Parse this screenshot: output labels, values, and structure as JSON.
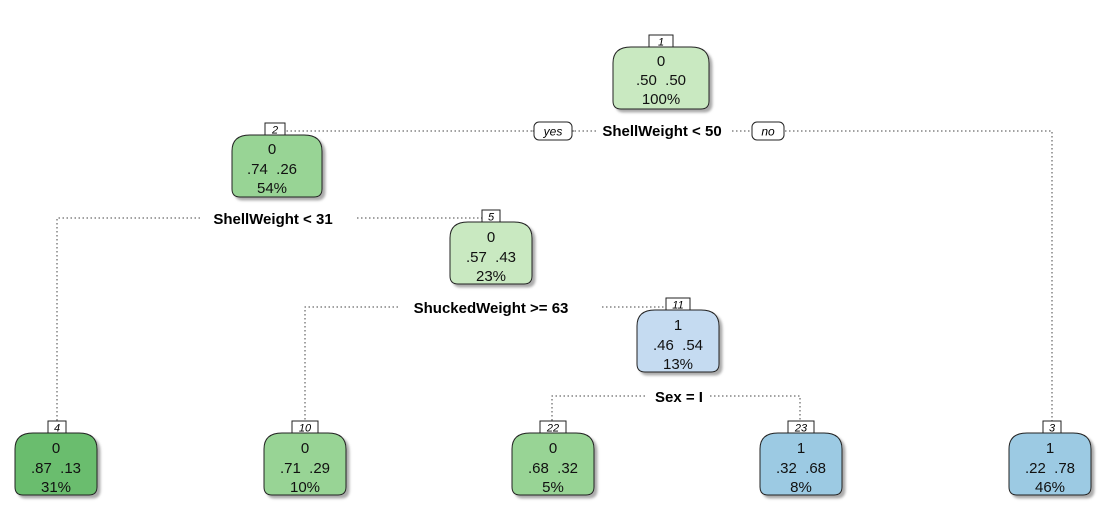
{
  "palette": {
    "green_dark": "#6bbd6e",
    "green_mid": "#98d495",
    "green_light": "#c9e9c1",
    "blue_light": "#c5dbf1",
    "blue_mid": "#9ccae3"
  },
  "branch_labels": {
    "yes": "yes",
    "no": "no"
  },
  "splits": {
    "s1": "ShellWeight < 50",
    "s2": "ShellWeight < 31",
    "s5": "ShuckedWeight >= 63",
    "s11": "Sex = I"
  },
  "nodes": {
    "n1": {
      "id": "1",
      "class": "0",
      "probs": ".50  .50",
      "pct": "100%"
    },
    "n2": {
      "id": "2",
      "class": "0",
      "probs": ".74  .26",
      "pct": "54%"
    },
    "n3": {
      "id": "3",
      "class": "1",
      "probs": ".22  .78",
      "pct": "46%"
    },
    "n4": {
      "id": "4",
      "class": "0",
      "probs": ".87  .13",
      "pct": "31%"
    },
    "n5": {
      "id": "5",
      "class": "0",
      "probs": ".57  .43",
      "pct": "23%"
    },
    "n10": {
      "id": "10",
      "class": "0",
      "probs": ".71  .29",
      "pct": "10%"
    },
    "n11": {
      "id": "11",
      "class": "1",
      "probs": ".46  .54",
      "pct": "13%"
    },
    "n22": {
      "id": "22",
      "class": "0",
      "probs": ".68  .32",
      "pct": "5%"
    },
    "n23": {
      "id": "23",
      "class": "1",
      "probs": ".32  .68",
      "pct": "8%"
    }
  }
}
